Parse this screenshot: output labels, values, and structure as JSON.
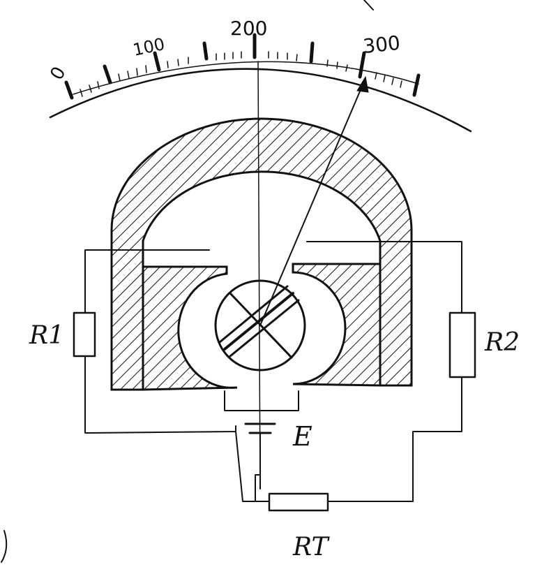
{
  "scale": {
    "labels": [
      "0",
      "100",
      "200",
      "300"
    ]
  },
  "components": {
    "r1": "R1",
    "r2": "R2",
    "rt": "RT",
    "battery": "E"
  },
  "ink_color": "#111111"
}
